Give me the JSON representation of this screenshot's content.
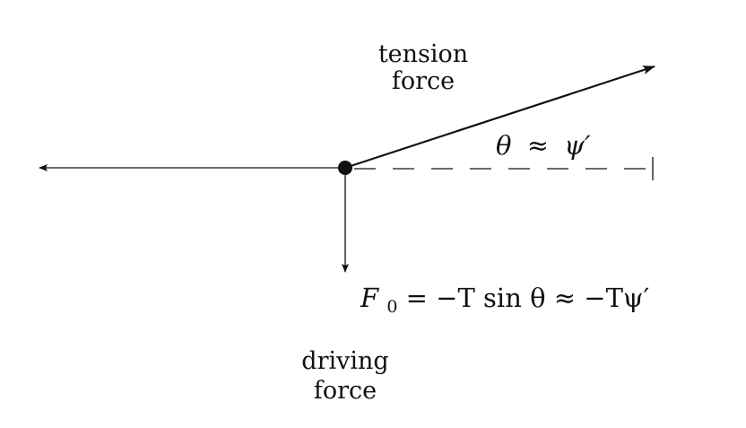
{
  "labels": {
    "tension_line1": "tension",
    "tension_line2": "force",
    "driving_line1": "driving",
    "driving_line2": "force"
  },
  "equations": {
    "angle": {
      "theta": "θ",
      "approx": "≈",
      "psi_prime": "ψ′"
    },
    "driving_force": {
      "F": "F",
      "sub0": "0",
      "rest": " = −T sin θ ≈ −Tψ′"
    }
  },
  "colors": {
    "ink": "#111111",
    "background": "#ffffff"
  }
}
